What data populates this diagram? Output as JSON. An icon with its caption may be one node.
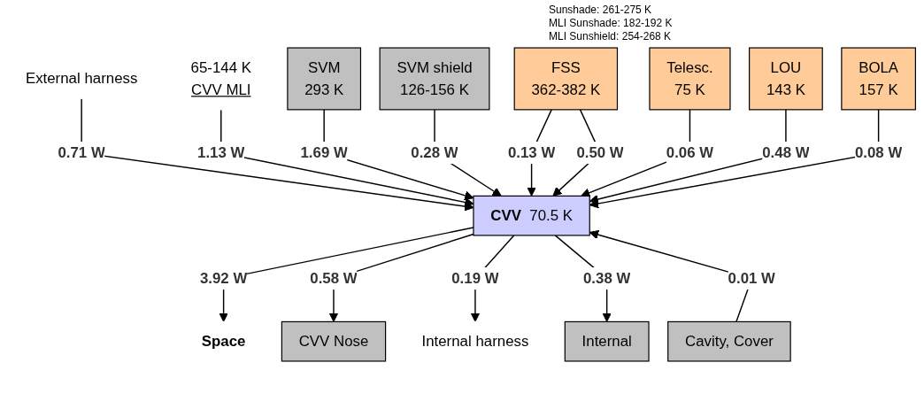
{
  "diagram": {
    "nodes": [
      {
        "text": [
          "External harness"
        ]
      },
      {
        "text": [
          "65-144 K",
          "CVV MLI"
        ]
      },
      {
        "text": [
          "SVM",
          "293 K"
        ]
      },
      {
        "text": [
          "SVM shield",
          "126-156 K"
        ]
      },
      {
        "text": [
          "FSS",
          "362-382 K"
        ]
      },
      {
        "text": [
          "Telesc.",
          "75 K"
        ]
      },
      {
        "text": [
          "LOU",
          "143 K"
        ]
      },
      {
        "text": [
          "BOLA",
          "157 K"
        ]
      },
      {
        "text": [
          "CVV",
          "70.5 K"
        ]
      },
      {
        "text": [
          "Space"
        ]
      },
      {
        "text": [
          "CVV Nose"
        ]
      },
      {
        "text": [
          "Internal harness"
        ]
      },
      {
        "text": [
          "Internal"
        ]
      },
      {
        "text": [
          "Cavity, Cover"
        ]
      }
    ],
    "edges": [
      {
        "from": 0,
        "to": 8,
        "arrow": "to",
        "label": "0.71 W"
      },
      {
        "from": 1,
        "to": 8,
        "arrow": "to",
        "label": "1.13 W"
      },
      {
        "from": 2,
        "to": 8,
        "arrow": "to",
        "label": "1.69 W"
      },
      {
        "from": 3,
        "to": 8,
        "arrow": "to",
        "label": "0.28 W"
      },
      {
        "from": 4,
        "to": 8,
        "arrow": "to",
        "label": "0.13 W"
      },
      {
        "from": 4,
        "to": 8,
        "arrow": "to",
        "label": "0.50 W"
      },
      {
        "from": 5,
        "to": 8,
        "arrow": "to",
        "label": "0.06 W"
      },
      {
        "from": 6,
        "to": 8,
        "arrow": "to",
        "label": "0.48 W"
      },
      {
        "from": 7,
        "to": 8,
        "arrow": "to",
        "label": "0.08 W"
      },
      {
        "from": 8,
        "to": 9,
        "arrow": "to",
        "label": "3.92 W"
      },
      {
        "from": 8,
        "to": 10,
        "arrow": "to",
        "label": "0.58 W"
      },
      {
        "from": 8,
        "to": 11,
        "arrow": "to",
        "label": "0.19 W"
      },
      {
        "from": 8,
        "to": 12,
        "arrow": "to",
        "label": "0.38 W"
      },
      {
        "from": 13,
        "to": 8,
        "arrow": "to",
        "label": "0.01 W"
      }
    ],
    "labels": [
      "Sunshade: 261-275 K",
      "MLI Sunshade: 182-192 K",
      "MLI Sunshield: 254-268 K"
    ]
  }
}
